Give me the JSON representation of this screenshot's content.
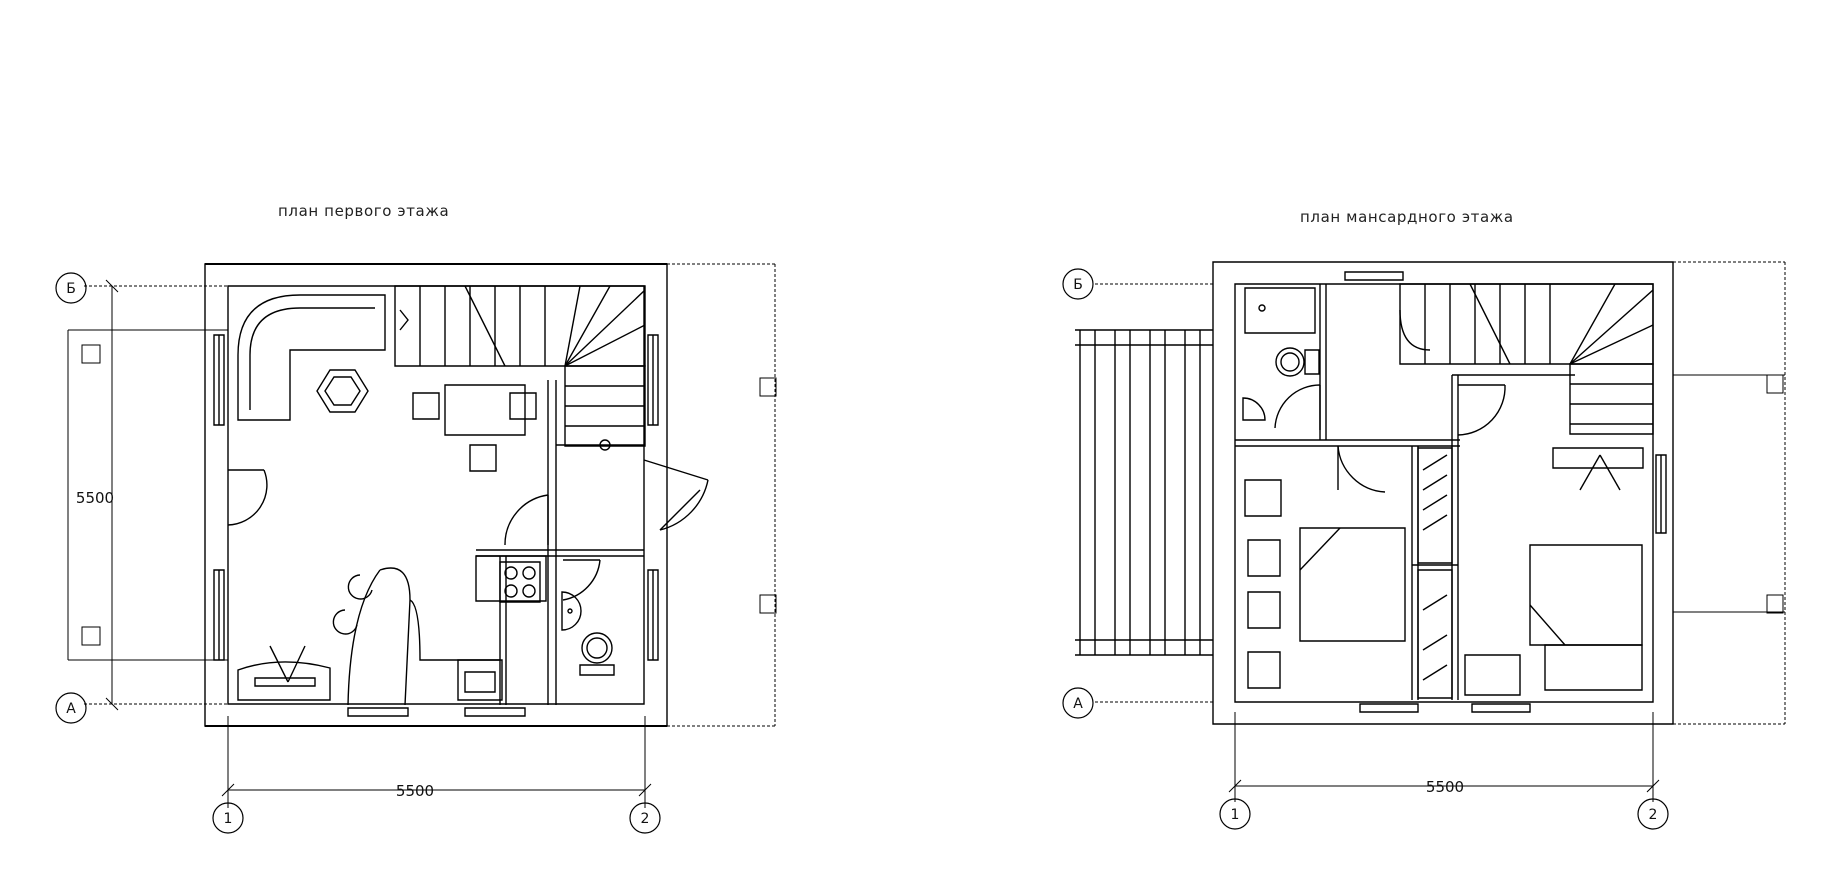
{
  "plans": [
    {
      "title": "план первого этажа",
      "dimension_horizontal": "5500",
      "dimension_vertical": "5500",
      "axis_rows": [
        "Б",
        "А"
      ],
      "axis_columns": [
        "1",
        "2"
      ]
    },
    {
      "title": "план мансардного этажа",
      "dimension_horizontal": "5500",
      "axis_rows": [
        "Б",
        "А"
      ],
      "axis_columns": [
        "1",
        "2"
      ]
    }
  ],
  "colors": {
    "line": "#000000",
    "background": "#ffffff"
  }
}
